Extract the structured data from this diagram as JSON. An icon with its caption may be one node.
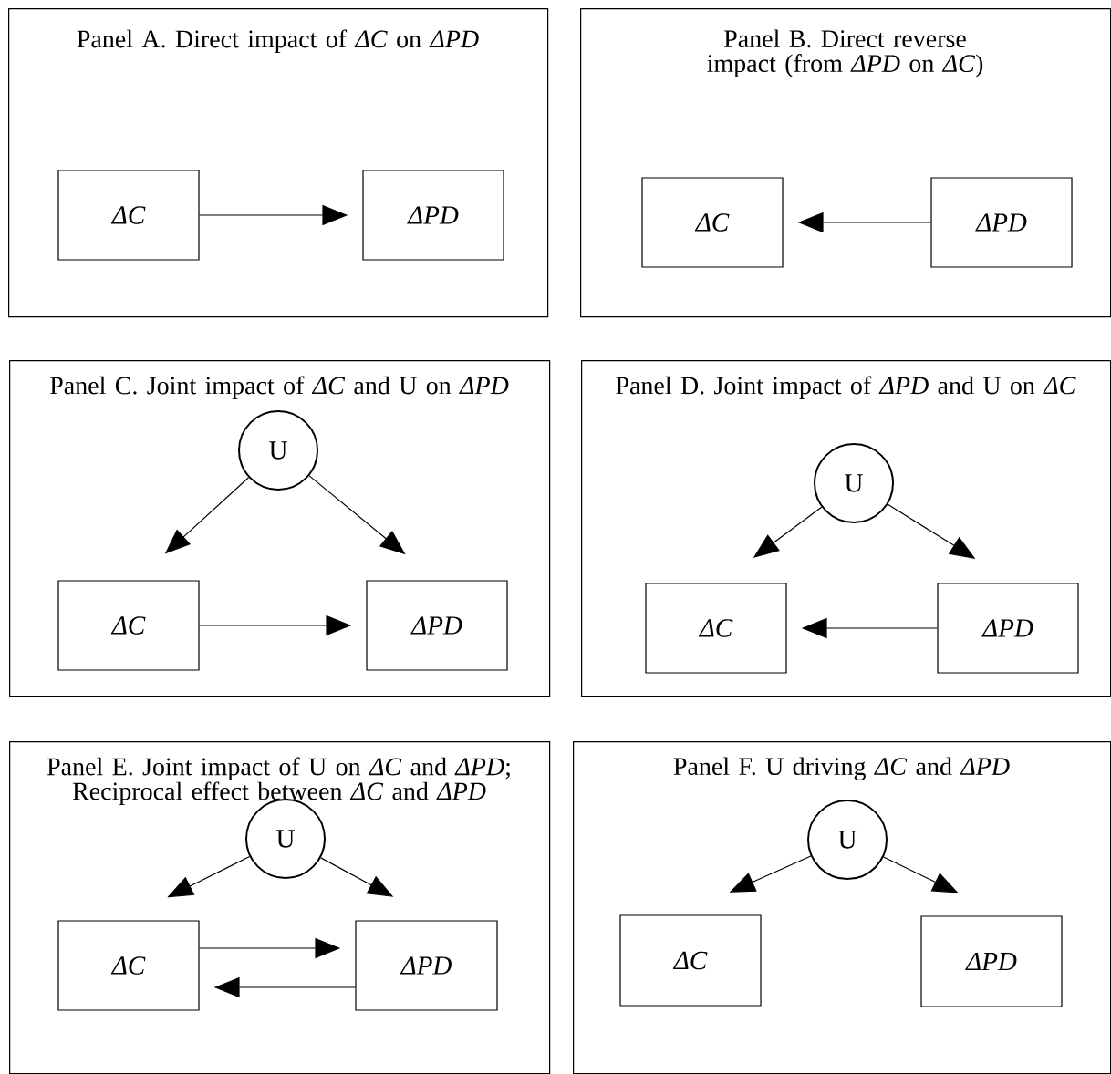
{
  "diagram": {
    "nodes": [
      {
        "text": [
          "Panel A. Direct impact of *ΔC* on *ΔPD*"
        ]
      },
      {
        "text": [
          "ΔC"
        ],
        "in": 0
      },
      {
        "text": [
          "ΔPD"
        ],
        "in": 0
      },
      {
        "text": [
          "Panel B. Direct reverse impact (from *ΔPD* on *ΔC*)"
        ]
      },
      {
        "text": [
          "ΔC"
        ],
        "in": 3
      },
      {
        "text": [
          "ΔPD"
        ],
        "in": 3
      },
      {
        "text": [
          "Panel C. Joint impact of *ΔC* and U on *ΔPD*"
        ]
      },
      {
        "text": [
          "U"
        ],
        "in": 6
      },
      {
        "text": [
          "ΔC"
        ],
        "in": 6
      },
      {
        "text": [
          "ΔPD"
        ],
        "in": 6
      },
      {
        "text": [
          "Panel D. Joint impact of *ΔPD* and U on *ΔC*"
        ]
      },
      {
        "text": [
          "U"
        ],
        "in": 10
      },
      {
        "text": [
          "ΔC"
        ],
        "in": 10
      },
      {
        "text": [
          "ΔPD"
        ],
        "in": 10
      },
      {
        "text": [
          "Panel E. Joint impact of U on *ΔC* and *ΔPD*; Reciprocal effect between *ΔC* and *ΔPD*"
        ]
      },
      {
        "text": [
          "U"
        ],
        "in": 14
      },
      {
        "text": [
          "ΔC"
        ],
        "in": 14
      },
      {
        "text": [
          "ΔPD"
        ],
        "in": 14
      },
      {
        "text": [
          "Panel F. U driving *ΔC* and *ΔPD*"
        ]
      },
      {
        "text": [
          "U"
        ],
        "in": 18
      },
      {
        "text": [
          "ΔC"
        ],
        "in": 18
      },
      {
        "text": [
          "ΔPD"
        ],
        "in": 18
      }
    ],
    "edges": [
      {
        "from": 1,
        "to": 2,
        "arrow": "to"
      },
      {
        "from": 5,
        "to": 4,
        "arrow": "to"
      },
      {
        "from": 7,
        "to": 8,
        "arrow": "to"
      },
      {
        "from": 7,
        "to": 9,
        "arrow": "to"
      },
      {
        "from": 8,
        "to": 9,
        "arrow": "to"
      },
      {
        "from": 11,
        "to": 12,
        "arrow": "to"
      },
      {
        "from": 11,
        "to": 13,
        "arrow": "to"
      },
      {
        "from": 13,
        "to": 12,
        "arrow": "to"
      },
      {
        "from": 15,
        "to": 16,
        "arrow": "to"
      },
      {
        "from": 15,
        "to": 17,
        "arrow": "to"
      },
      {
        "from": 16,
        "to": 17,
        "arrow": "to"
      },
      {
        "from": 17,
        "to": 16,
        "arrow": "to"
      },
      {
        "from": 19,
        "to": 20,
        "arrow": "to"
      },
      {
        "from": 19,
        "to": 21,
        "arrow": "to"
      }
    ]
  }
}
